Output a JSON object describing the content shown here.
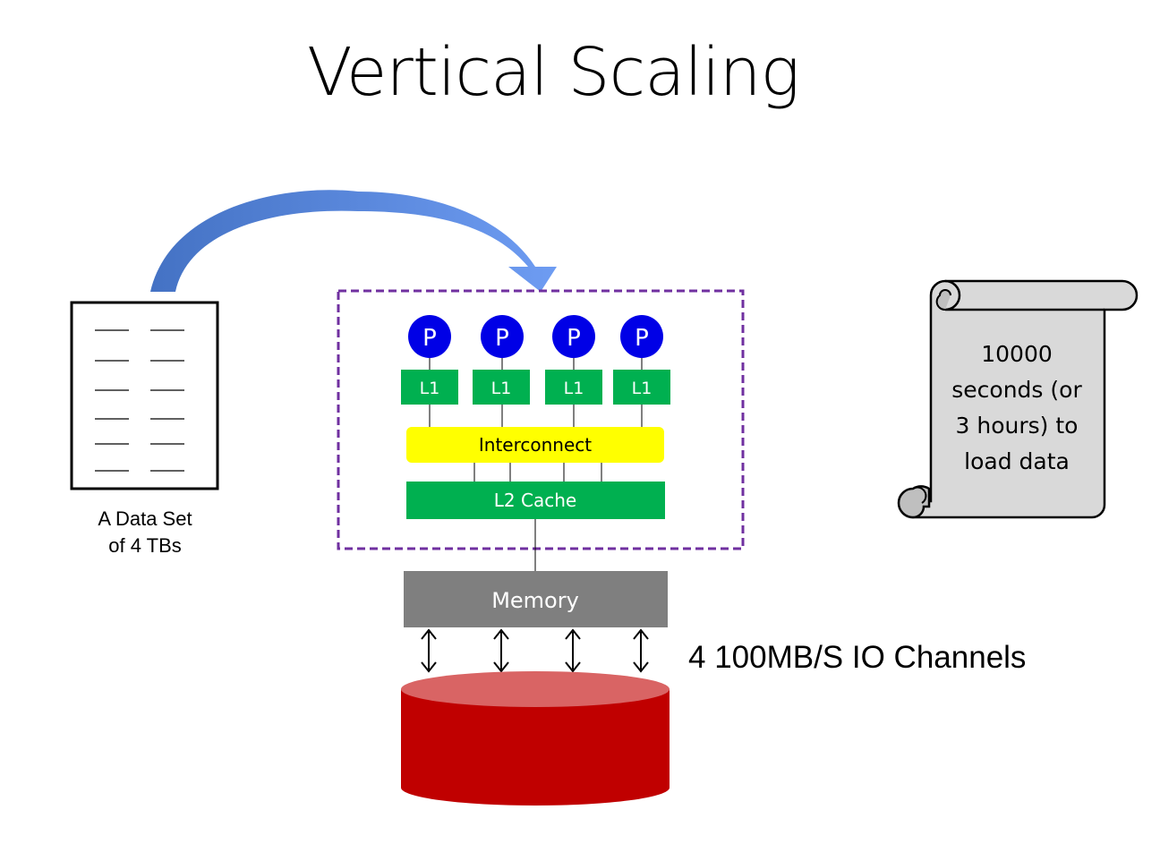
{
  "title": "Vertical Scaling",
  "dataset": {
    "line1": "A Data Set",
    "line2": "of 4 TBs"
  },
  "processors": [
    "P",
    "P",
    "P",
    "P"
  ],
  "l1_caches": [
    "L1",
    "L1",
    "L1",
    "L1"
  ],
  "interconnect": "Interconnect",
  "l2_cache": "L2 Cache",
  "memory": "Memory",
  "io_channels": "4 100MB/S IO Channels",
  "scroll": {
    "line1": "10000",
    "line2": "seconds (or",
    "line3": "3 hours) to",
    "line4": "load data"
  },
  "colors": {
    "processor": "#0000e6",
    "cache": "#00b050",
    "interconnect": "#ffff00",
    "memory": "#7f7f7f",
    "disk_body": "#c00000",
    "disk_top": "#d96464",
    "arrow": "#5b86e0",
    "frame": "#7030a0",
    "scroll": "#d9d9d9"
  }
}
